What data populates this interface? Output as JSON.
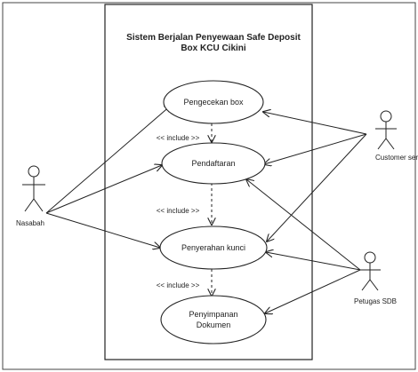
{
  "diagram": {
    "system": {
      "title_line1": "Sistem Berjalan Penyewaan Safe Deposit",
      "title_line2": "Box KCU Cikini"
    },
    "use_cases": {
      "pengecekan": "Pengecekan box",
      "pendaftaran": "Pendaftaran",
      "penyerahan": "Penyerahan kunci",
      "penyimpanan_line1": "Penyimpanan",
      "penyimpanan_line2": "Dokumen"
    },
    "actors": {
      "nasabah": "Nasabah",
      "customer_service": "Customer servic",
      "petugas_sdb": "Petugas SDB"
    },
    "include_labels": {
      "first": "<< include >>",
      "second": "<< include >>",
      "third": "<< include >>"
    }
  }
}
